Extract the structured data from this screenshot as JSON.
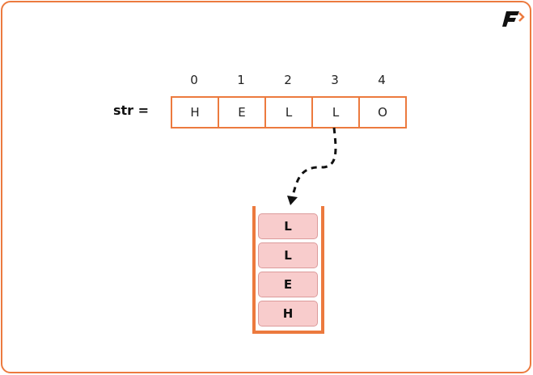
{
  "variable_label": "str =",
  "indices": [
    "0",
    "1",
    "2",
    "3",
    "4"
  ],
  "array": [
    "H",
    "E",
    "L",
    "L",
    "O"
  ],
  "stack": [
    "L",
    "L",
    "E",
    "H"
  ],
  "logo": "F",
  "colors": {
    "accent": "#ec7a3e",
    "stack_item": "#f8cccc"
  }
}
